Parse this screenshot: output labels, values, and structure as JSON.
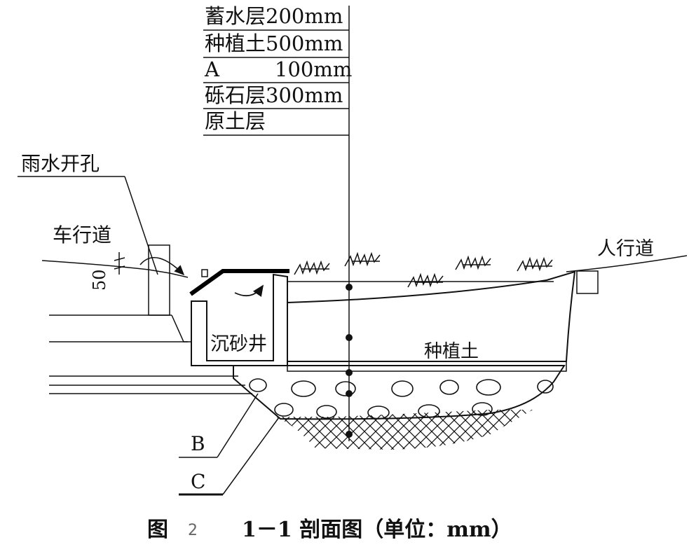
{
  "layers": {
    "l1": "蓄水层200mm",
    "l2": "种植土500mm",
    "l3a": "A",
    "l3b": "100mm",
    "l4": "砾石层300mm",
    "l5": "原土层"
  },
  "labels": {
    "rain_opening": "雨水开孔",
    "carriageway": "车行道",
    "sidewalk": "人行道",
    "dim_50": "50",
    "sand_well": "沉砂井",
    "planting_soil": "种植土",
    "b": "B",
    "c": "C"
  },
  "caption": {
    "fig": "图",
    "num": "2",
    "title": "1－1 剖面图（单位：mm）"
  }
}
